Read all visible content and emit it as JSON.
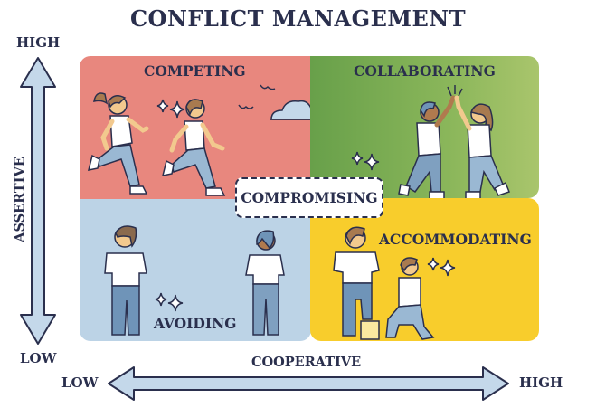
{
  "title": "CONFLICT MANAGEMENT",
  "axes": {
    "y": {
      "label": "ASSERTIVE",
      "high": "HIGH",
      "low": "LOW"
    },
    "x": {
      "label": "COOPERATIVE",
      "low": "LOW",
      "high": "HIGH"
    }
  },
  "quadrants": {
    "competing": {
      "label": "COMPETING",
      "color": "#e8877e"
    },
    "collaborating": {
      "label": "COLLABORATING",
      "color_start": "#68a04a",
      "color_end": "#a9c56c"
    },
    "avoiding": {
      "label": "AVOIDING",
      "color": "#bcd3e6"
    },
    "accommodating": {
      "label": "ACCOMMODATING",
      "color": "#f8cd2c"
    }
  },
  "center": {
    "label": "COMPROMISING"
  },
  "colors": {
    "text": "#2a2f4d",
    "arrow_fill": "#c4d8ea",
    "outline": "#2a2f4d"
  }
}
